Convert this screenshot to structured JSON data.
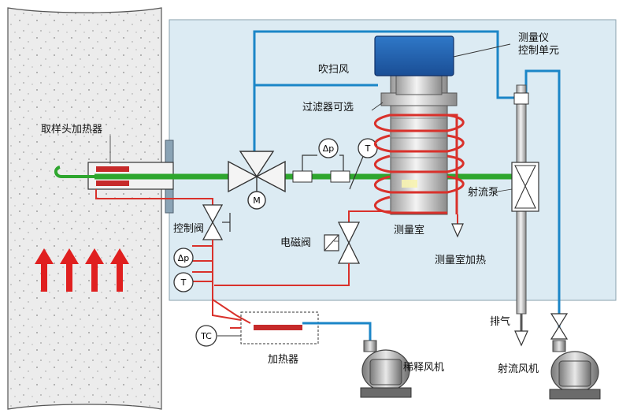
{
  "labels": {
    "measure_unit": [
      "测量仪",
      "控制单元"
    ],
    "purge_air": "吹扫风",
    "filter_optional": "过滤器可选",
    "probe_heater": "取样头加热器",
    "jet_pump": "射流泵",
    "control_valve": "控制阀",
    "solenoid_valve": "电磁阀",
    "measure_chamber": "测量室",
    "chamber_heating": "测量室加热",
    "exhaust": "排气",
    "heater": "加热器",
    "dilution_fan": "稀释风机",
    "jet_fan": "射流风机",
    "dp_sensor": "Δp",
    "t_sensor": "T",
    "tc": "TC",
    "motor": "M"
  },
  "colors": {
    "panel_bg": "#dcebf3",
    "stack_bg": "#ececec",
    "blue_pipe": "#1b86c7",
    "green_pipe": "#2ea62e",
    "red_pipe": "#d9312b",
    "control_unit": "#1f5fb0",
    "arrow_red": "#e02020"
  }
}
